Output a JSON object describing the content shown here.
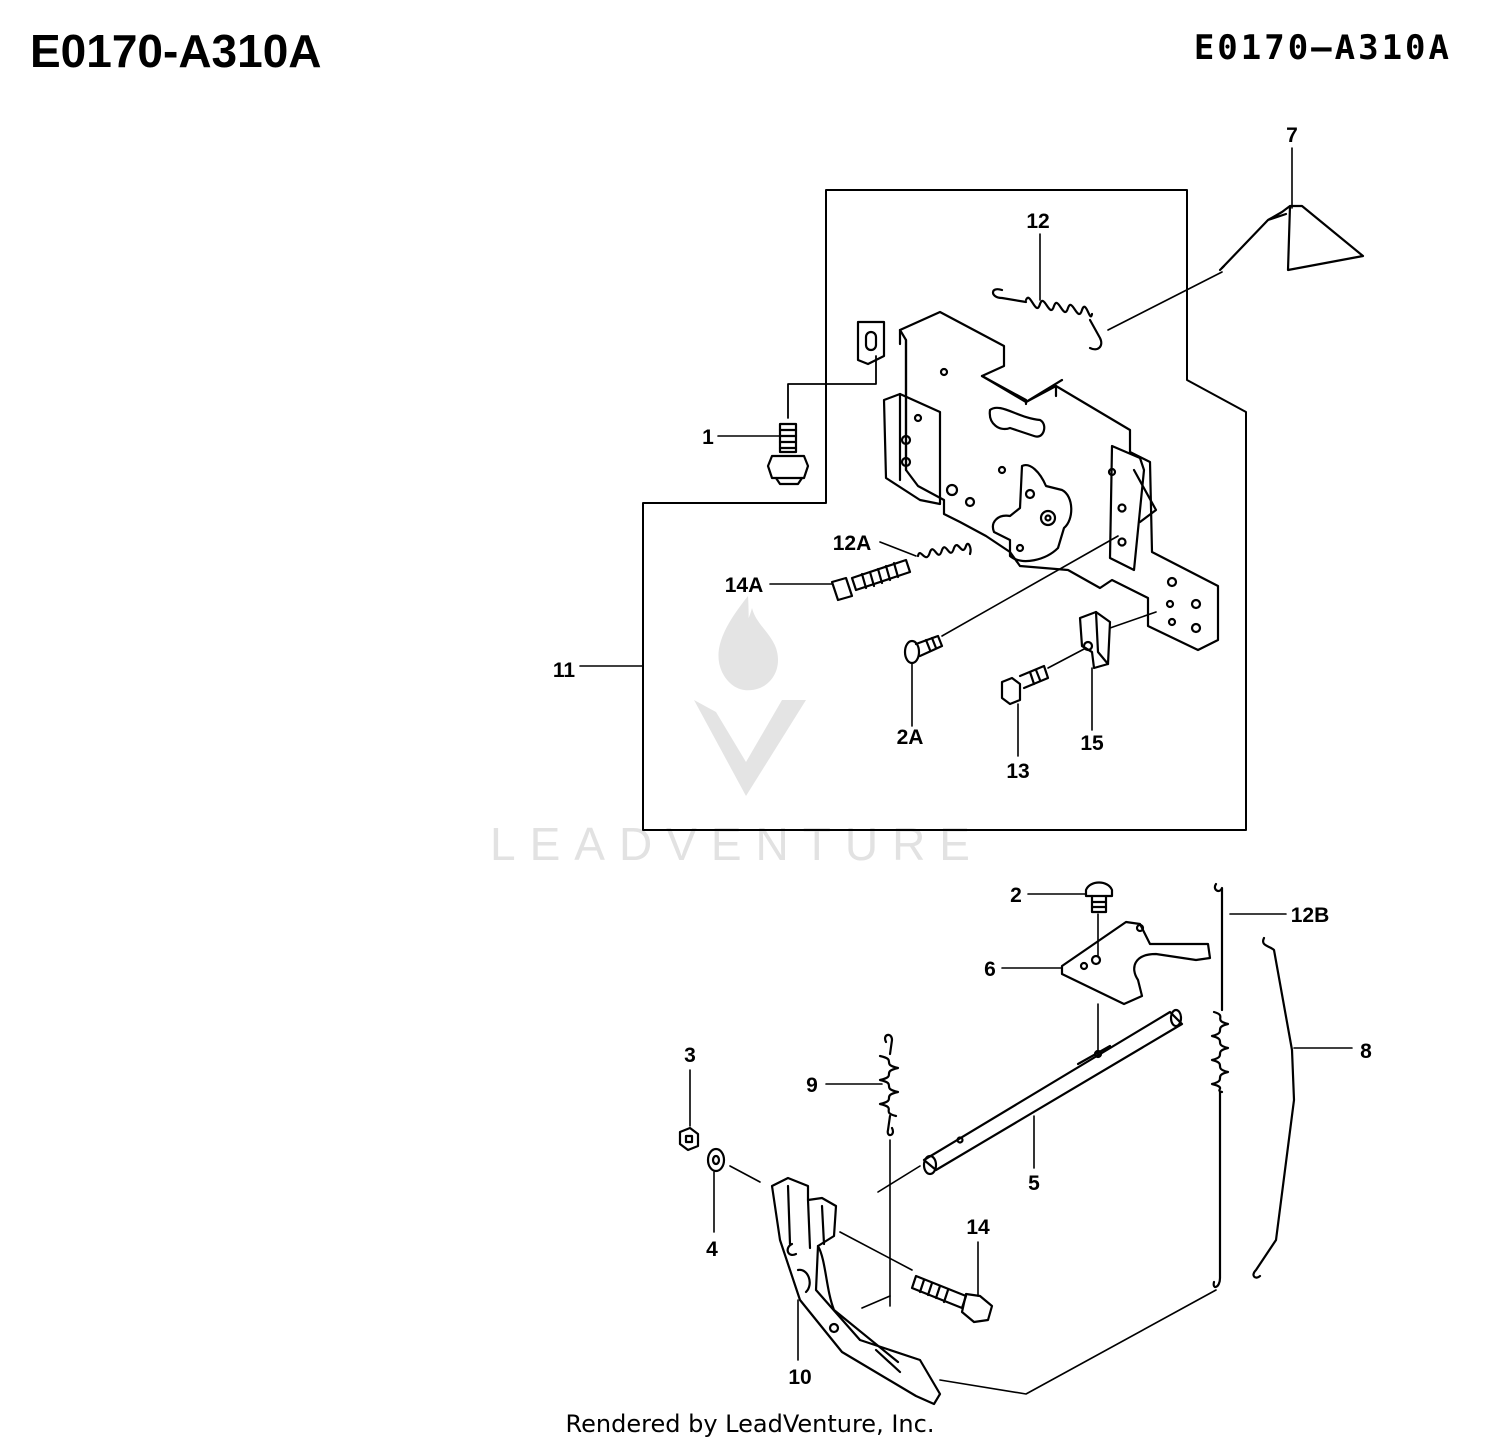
{
  "header": {
    "code_left": "E0170-A310A",
    "code_right": "E0170–A310A"
  },
  "watermark": {
    "text": "LEADVENTURE",
    "color": "#e2e2e2"
  },
  "callouts": {
    "c1": "1",
    "c2": "2",
    "c2A": "2A",
    "c3": "3",
    "c4": "4",
    "c5": "5",
    "c6": "6",
    "c7": "7",
    "c8": "8",
    "c9": "9",
    "c10": "10",
    "c11": "11",
    "c12": "12",
    "c12A": "12A",
    "c12B": "12B",
    "c13": "13",
    "c14": "14",
    "c14A": "14A",
    "c15": "15"
  },
  "footer": {
    "credit": "Rendered by LeadVenture, Inc."
  }
}
